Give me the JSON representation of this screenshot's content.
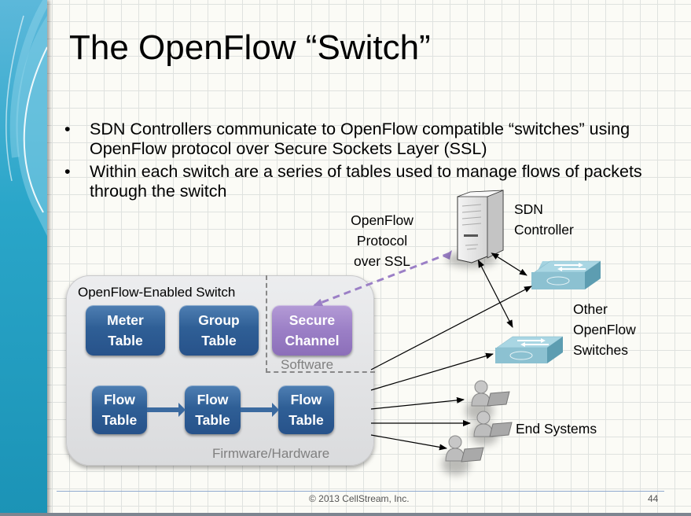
{
  "slide": {
    "title": "The OpenFlow “Switch”",
    "bullets": [
      {
        "marker": "•",
        "text": "SDN Controllers communicate to OpenFlow compatible “switches” using OpenFlow protocol over Secure Sockets Layer (SSL)"
      },
      {
        "marker": "•",
        "text": "Within each switch are a series of tables used to manage flows of packets through the switch"
      }
    ],
    "footer": {
      "copyright": "© 2013 CellStream, Inc.",
      "page_number": "44"
    }
  },
  "diagram": {
    "switch_box": {
      "label": "OpenFlow-Enabled Switch",
      "software_label": "Software",
      "firmware_label": "Firmware/Hardware",
      "tables": {
        "meter": {
          "line1": "Meter",
          "line2": "Table"
        },
        "group": {
          "line1": "Group",
          "line2": "Table"
        },
        "secure": {
          "line1": "Secure",
          "line2": "Channel"
        },
        "flow": [
          {
            "line1": "Flow",
            "line2": "Table"
          },
          {
            "line1": "Flow",
            "line2": "Table"
          },
          {
            "line1": "Flow",
            "line2": "Table"
          }
        ]
      }
    },
    "protocol_label": {
      "line1": "OpenFlow",
      "line2": "Protocol",
      "line3": "over SSL"
    },
    "controller_label": {
      "line1": "SDN",
      "line2": "Controller"
    },
    "other_switches_label": {
      "line1": "Other",
      "line2": "OpenFlow",
      "line3": "Switches"
    },
    "end_systems_label": "End Systems",
    "colors": {
      "flow_table_blue": "#2f5f96",
      "secure_channel_purple": "#9b7fc6",
      "ssl_arrow_purple": "#9b7fc6",
      "band_teal": "#1b93b6",
      "switch_icon_teal": "#8fc4d3"
    }
  }
}
